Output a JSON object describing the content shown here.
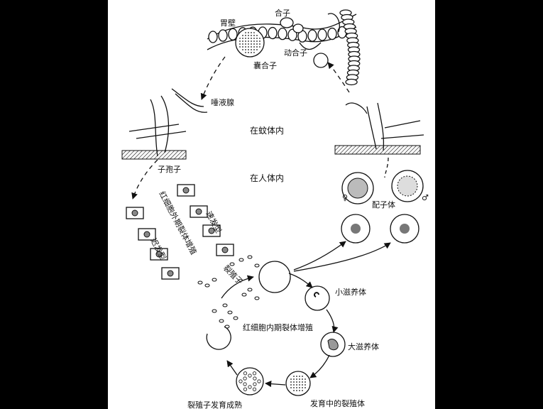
{
  "labels": {
    "stomach_wall": "胃壁",
    "zygote": "合子",
    "ookinete": "动合子",
    "oocyst": "囊合子",
    "salivary_gland": "唾液腺",
    "in_mosquito": "在蚊体内",
    "sporozoite": "子孢子",
    "in_human": "在人体内",
    "exo_cycle": "红细胞外期裂体增殖",
    "fast_type": "速发型",
    "slow_type": "迟发型",
    "merozoite": "裂殖子",
    "gametocyte": "配子体",
    "female": "♀",
    "male": "♂",
    "small_trophozoite": "小滋养体",
    "erythro_cycle": "红细胞内期裂体增殖",
    "large_trophozoite": "大滋养体",
    "developing_schizont": "发育中的裂殖体",
    "mature_schizont": "裂殖子发育成熟"
  }
}
